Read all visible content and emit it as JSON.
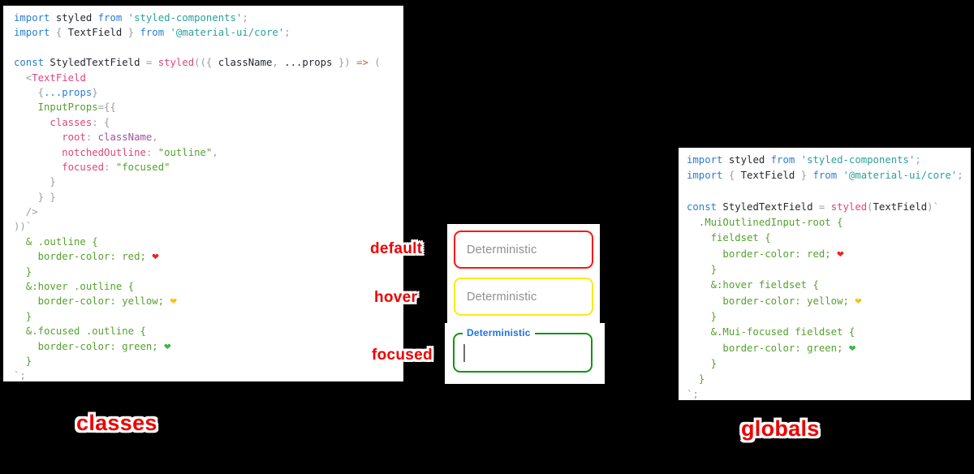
{
  "palette": {
    "keyword_blue": "#2b7dd1",
    "string_teal": "#2aa198",
    "magenta": "#e0457b",
    "violet": "#a0529c",
    "green": "#55a12e",
    "arrow_orange": "#c06a3b",
    "punct_gray": "#9aa0a0",
    "text_dark": "#24292e",
    "label_red": "#ee0000",
    "field_red": "#ff1414",
    "field_yellow": "#ffe714",
    "field_green": "#149414",
    "mui_label_blue": "#1a73e8",
    "placeholder_gray": "#8e8e8e",
    "heart_red": "#e8251f",
    "heart_yellow": "#f9c21a",
    "heart_green": "#39b54a"
  },
  "captions": {
    "classes": "classes",
    "globals": "globals",
    "default": "default",
    "hover": "hover",
    "focused": "focused"
  },
  "fields": {
    "default": {
      "placeholder": "Deterministic",
      "border_color": "#ff1414"
    },
    "hover": {
      "placeholder": "Deterministic",
      "border_color": "#ffe714"
    },
    "focused": {
      "label": "Deterministic",
      "border_color": "#149414",
      "label_color": "#1a73e8"
    }
  },
  "code_left": {
    "lines": [
      [
        [
          "k",
          "import"
        ],
        [
          "d",
          " styled "
        ],
        [
          "k",
          "from"
        ],
        [
          "s",
          " 'styled-components'"
        ],
        [
          "p",
          ";"
        ]
      ],
      [
        [
          "k",
          "import"
        ],
        [
          "p",
          " { "
        ],
        [
          "d",
          "TextField"
        ],
        [
          "p",
          " } "
        ],
        [
          "k",
          "from"
        ],
        [
          "s",
          " '@material-ui/core'"
        ],
        [
          "p",
          ";"
        ]
      ],
      [],
      [
        [
          "k",
          "const"
        ],
        [
          "d",
          " StyledTextField "
        ],
        [
          "p",
          "= "
        ],
        [
          "m",
          "styled"
        ],
        [
          "p",
          "(({ "
        ],
        [
          "d",
          "className"
        ],
        [
          "p",
          ", "
        ],
        [
          "d",
          "...props"
        ],
        [
          "p",
          " }) "
        ],
        [
          "a",
          "=>"
        ],
        [
          "p",
          " ("
        ]
      ],
      [
        [
          "p",
          "  <"
        ],
        [
          "m",
          "TextField"
        ]
      ],
      [
        [
          "p",
          "    {"
        ],
        [
          "k",
          "...props"
        ],
        [
          "p",
          "}"
        ]
      ],
      [
        [
          "g",
          "    InputProps"
        ],
        [
          "p",
          "={{"
        ]
      ],
      [
        [
          "m",
          "      classes"
        ],
        [
          "p",
          ": {"
        ]
      ],
      [
        [
          "m",
          "        root"
        ],
        [
          "p",
          ": "
        ],
        [
          "v",
          "className"
        ],
        [
          "p",
          ","
        ]
      ],
      [
        [
          "m",
          "        notchedOutline"
        ],
        [
          "p",
          ": "
        ],
        [
          "g",
          "\"outline\""
        ],
        [
          "p",
          ","
        ]
      ],
      [
        [
          "m",
          "        focused"
        ],
        [
          "p",
          ": "
        ],
        [
          "g",
          "\"focused\""
        ]
      ],
      [
        [
          "p",
          "      }"
        ]
      ],
      [
        [
          "p",
          "    } }"
        ]
      ],
      [
        [
          "p",
          "  />"
        ]
      ],
      [
        [
          "p",
          "))`"
        ]
      ],
      [
        [
          "g",
          "  & .outline {"
        ]
      ],
      [
        [
          "g",
          "    border-color: red; "
        ],
        [
          "h1",
          "❤"
        ]
      ],
      [
        [
          "g",
          "  }"
        ]
      ],
      [
        [
          "g",
          "  &:hover .outline {"
        ]
      ],
      [
        [
          "g",
          "    border-color: yellow; "
        ],
        [
          "h2",
          "❤"
        ]
      ],
      [
        [
          "g",
          "  }"
        ]
      ],
      [
        [
          "g",
          "  &.focused .outline {"
        ]
      ],
      [
        [
          "g",
          "    border-color: green; "
        ],
        [
          "h3",
          "❤"
        ]
      ],
      [
        [
          "g",
          "  }"
        ]
      ],
      [
        [
          "p",
          "`;"
        ]
      ]
    ]
  },
  "code_right": {
    "lines": [
      [
        [
          "k",
          "import"
        ],
        [
          "d",
          " styled "
        ],
        [
          "k",
          "from"
        ],
        [
          "s",
          " 'styled-components'"
        ],
        [
          "p",
          ";"
        ]
      ],
      [
        [
          "k",
          "import"
        ],
        [
          "p",
          " { "
        ],
        [
          "d",
          "TextField"
        ],
        [
          "p",
          " } "
        ],
        [
          "k",
          "from"
        ],
        [
          "s",
          " '@material-ui/core'"
        ],
        [
          "p",
          ";"
        ]
      ],
      [],
      [
        [
          "k",
          "const"
        ],
        [
          "d",
          " StyledTextField "
        ],
        [
          "p",
          "= "
        ],
        [
          "m",
          "styled"
        ],
        [
          "p",
          "("
        ],
        [
          "d",
          "TextField"
        ],
        [
          "p",
          ")`"
        ]
      ],
      [
        [
          "g",
          "  .MuiOutlinedInput-root {"
        ]
      ],
      [
        [
          "g",
          "    fieldset {"
        ]
      ],
      [
        [
          "g",
          "      border-color: red; "
        ],
        [
          "h1",
          "❤"
        ]
      ],
      [
        [
          "g",
          "    }"
        ]
      ],
      [
        [
          "g",
          "    &:hover fieldset {"
        ]
      ],
      [
        [
          "g",
          "      border-color: yellow; "
        ],
        [
          "h2",
          "❤"
        ]
      ],
      [
        [
          "g",
          "    }"
        ]
      ],
      [
        [
          "g",
          "    &.Mui-focused fieldset {"
        ]
      ],
      [
        [
          "g",
          "      border-color: green; "
        ],
        [
          "h3",
          "❤"
        ]
      ],
      [
        [
          "g",
          "    }"
        ]
      ],
      [
        [
          "g",
          "  }"
        ]
      ],
      [
        [
          "p",
          "`;"
        ]
      ]
    ]
  }
}
